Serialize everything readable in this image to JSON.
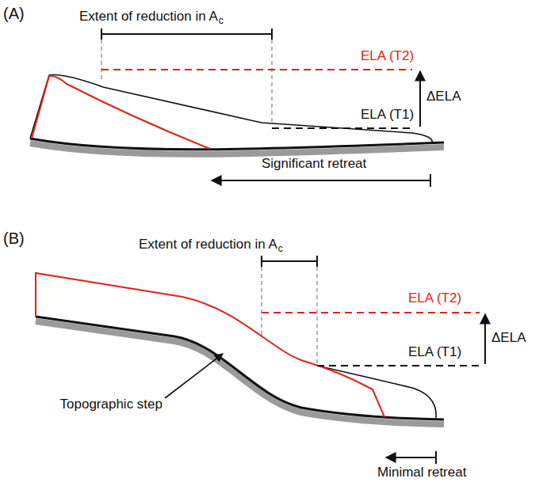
{
  "diagram": {
    "labels": [
      "(A)",
      "Extent of reduction in A",
      "c",
      "ELA (T2)",
      "ELA (T1)",
      "ΔELA",
      "Significant retreat",
      "(B)",
      "Extent of reduction in A",
      "c",
      "ELA (T2)",
      "ELA (T1)",
      "ΔELA",
      "Topographic step",
      "Minimal retreat"
    ]
  }
}
